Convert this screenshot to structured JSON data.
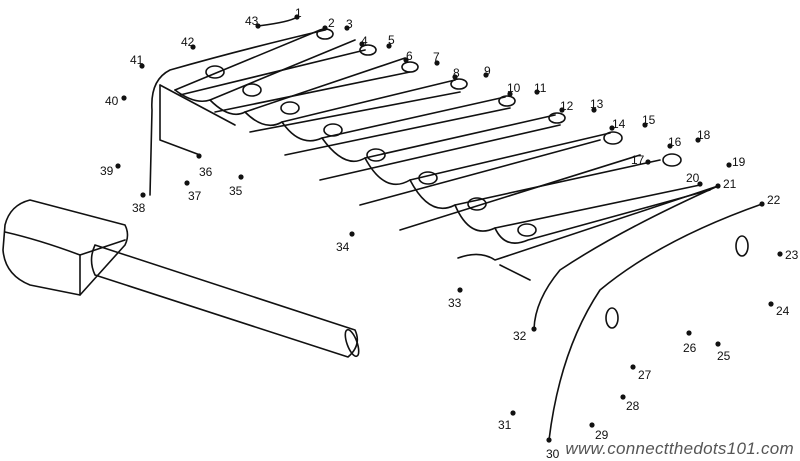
{
  "title": "Xylophone connect the dots",
  "watermark": "www.connectthedots101.com",
  "colors": {
    "ink": "#111111",
    "watermark": "#555555"
  },
  "dots": [
    {
      "n": "1"
    },
    {
      "n": "2"
    },
    {
      "n": "3"
    },
    {
      "n": "4"
    },
    {
      "n": "5"
    },
    {
      "n": "6"
    },
    {
      "n": "7"
    },
    {
      "n": "8"
    },
    {
      "n": "9"
    },
    {
      "n": "10"
    },
    {
      "n": "11"
    },
    {
      "n": "12"
    },
    {
      "n": "13"
    },
    {
      "n": "14"
    },
    {
      "n": "15"
    },
    {
      "n": "16"
    },
    {
      "n": "17"
    },
    {
      "n": "18"
    },
    {
      "n": "19"
    },
    {
      "n": "20"
    },
    {
      "n": "21"
    },
    {
      "n": "22"
    },
    {
      "n": "23"
    },
    {
      "n": "24"
    },
    {
      "n": "25"
    },
    {
      "n": "26"
    },
    {
      "n": "27"
    },
    {
      "n": "28"
    },
    {
      "n": "29"
    },
    {
      "n": "30"
    },
    {
      "n": "31"
    },
    {
      "n": "32"
    },
    {
      "n": "33"
    },
    {
      "n": "34"
    },
    {
      "n": "35"
    },
    {
      "n": "36"
    },
    {
      "n": "37"
    },
    {
      "n": "38"
    },
    {
      "n": "39"
    },
    {
      "n": "40"
    },
    {
      "n": "41"
    },
    {
      "n": "42"
    },
    {
      "n": "43"
    }
  ]
}
